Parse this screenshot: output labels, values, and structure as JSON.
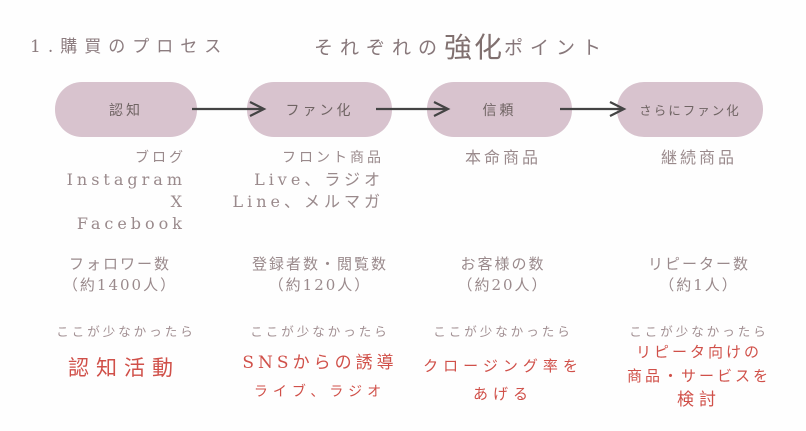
{
  "titles": {
    "left": "1.購買のプロセス",
    "right_prefix": "それぞれの",
    "right_emphasis": "強化",
    "right_suffix": "ポイント"
  },
  "colors": {
    "pill_background": "#d8c3ce",
    "pill_text": "#6f6463",
    "body_text": "#9a8a8c",
    "accent_red": "#d05049",
    "arrow": "#444444",
    "background": "#fefefe"
  },
  "stages": [
    {
      "pill": "認知",
      "channels": [
        "ブログ",
        "Instagram",
        "X",
        "Facebook"
      ],
      "metric": [
        "フォロワー数",
        "（約1400人）"
      ],
      "if_low": "ここが少なかったら",
      "action": [
        "認知活動"
      ]
    },
    {
      "pill": "ファン化",
      "channels": [
        "フロント商品",
        "Live、ラジオ",
        "Line、メルマガ"
      ],
      "metric": [
        "登録者数・閲覧数",
        "（約120人）"
      ],
      "if_low": "ここが少なかったら",
      "action": [
        "SNSからの誘導",
        "ライブ、ラジオ"
      ]
    },
    {
      "pill": "信頼",
      "channels": [
        "本命商品"
      ],
      "metric": [
        "お客様の数",
        "（約20人）"
      ],
      "if_low": "ここが少なかったら",
      "action": [
        "クロージング率を",
        "あげる"
      ]
    },
    {
      "pill": "さらにファン化",
      "channels": [
        "継続商品"
      ],
      "metric": [
        "リピーター数",
        "（約1人）"
      ],
      "if_low": "ここが少なかったら",
      "action": [
        "リピータ向けの",
        "商品・サービスを",
        "検討"
      ]
    }
  ]
}
